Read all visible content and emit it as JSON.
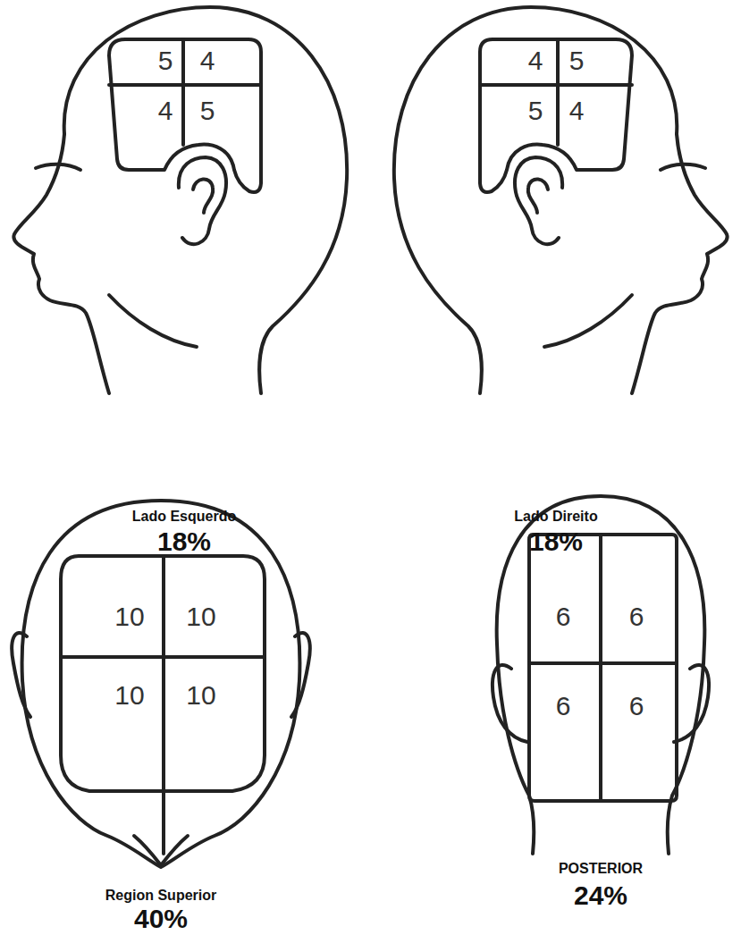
{
  "diagram": {
    "nodes": [
      {
        "text": [
          "5"
        ]
      },
      {
        "text": [
          "4"
        ]
      },
      {
        "text": [
          "4"
        ]
      },
      {
        "text": [
          "5"
        ]
      },
      {
        "text": [
          "4"
        ]
      },
      {
        "text": [
          "5"
        ]
      },
      {
        "text": [
          "5"
        ]
      },
      {
        "text": [
          "4"
        ]
      },
      {
        "text": [
          "10"
        ]
      },
      {
        "text": [
          "10"
        ]
      },
      {
        "text": [
          "10"
        ]
      },
      {
        "text": [
          "10"
        ]
      },
      {
        "text": [
          "6"
        ]
      },
      {
        "text": [
          "6"
        ]
      },
      {
        "text": [
          "6"
        ]
      },
      {
        "text": [
          "6"
        ]
      }
    ],
    "labels": [
      "Lado Esquerdo",
      "18%",
      "Lado Direito",
      "18%",
      "Region Superior",
      "40%",
      "POSTERIOR",
      "24%"
    ]
  }
}
